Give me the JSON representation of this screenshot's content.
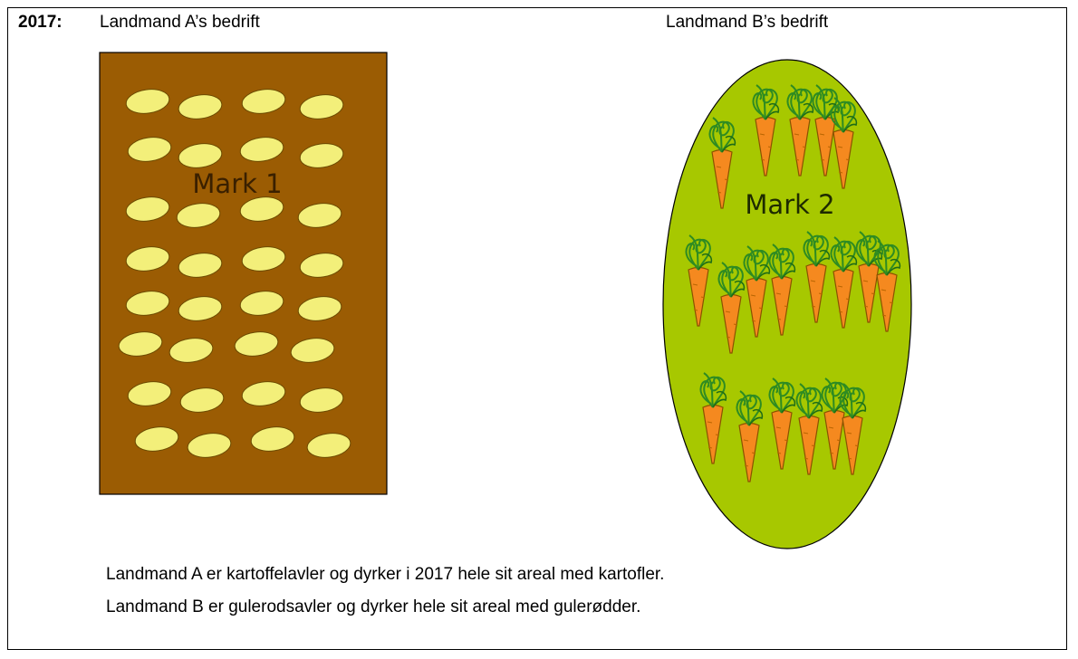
{
  "header": {
    "year": "2017:",
    "farm_a_title": "Landmand A’s bedrift",
    "farm_b_title": "Landmand B’s bedrift"
  },
  "field_1": {
    "label": "Mark 1",
    "color": "#9b5c03",
    "crop": "potato",
    "crop_color": "#f3ef7a"
  },
  "field_2": {
    "label": "Mark 2",
    "color": "#a7c800",
    "crop": "carrot",
    "crop_color": "#f5891f",
    "leaf_color": "#2e8b22"
  },
  "descriptions": {
    "line_a": "Landmand A er kartoffelavler og dyrker i 2017 hele sit areal med kartofler.",
    "line_b": "Landmand B er gulerodsavler og dyrker hele sit areal med gulerødder."
  }
}
